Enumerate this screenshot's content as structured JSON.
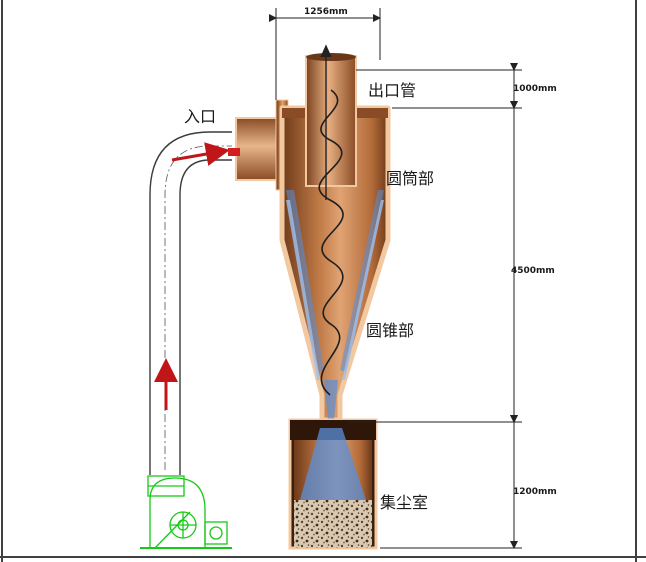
{
  "labels": {
    "inlet": "入口",
    "outlet_pipe": "出口管",
    "cylinder": "圆筒部",
    "cone": "圆锥部",
    "dust_chamber": "集尘室"
  },
  "dimensions": {
    "outlet_width": "1256mm",
    "outlet_height": "1000mm",
    "body_height": "4500mm",
    "chamber_height": "1200mm"
  },
  "colors": {
    "body_fill": "#b66e3c",
    "body_dark": "#6e3a1a",
    "body_light": "#e8b58b",
    "outline": "#f2c8a0",
    "duct_outline": "#3c3c3c",
    "dust": "#5a8fd8",
    "arrow": "#c0161a",
    "fan": "#17c917",
    "frame": "#404040"
  },
  "icons": {
    "fan": "centrifugal-fan-icon",
    "flow_arrow": "red-arrow-icon"
  }
}
